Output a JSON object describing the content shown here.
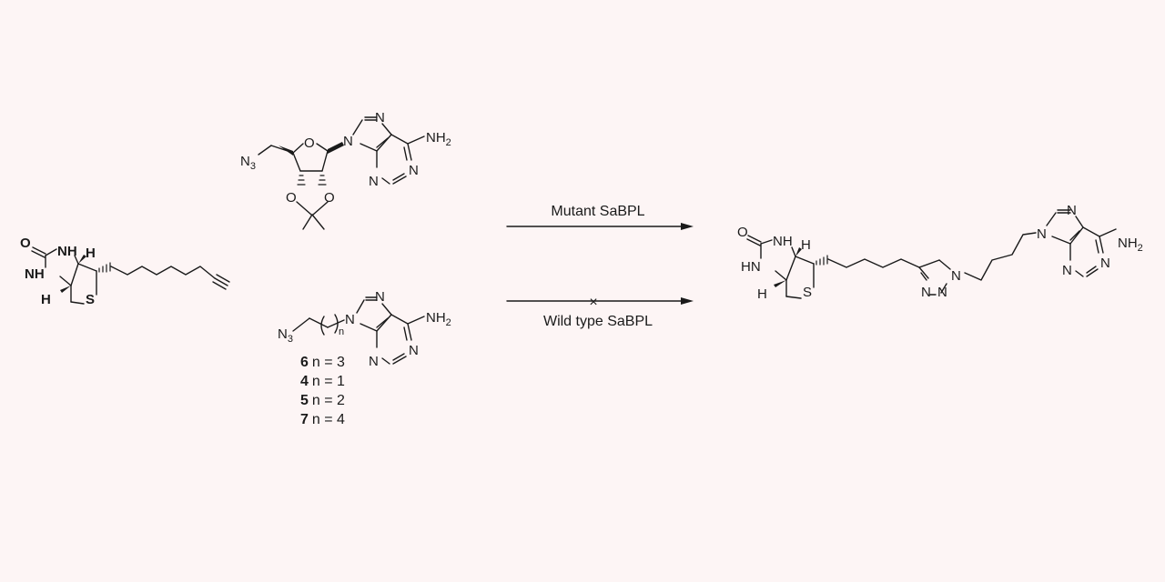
{
  "atoms": {
    "O": "O",
    "NH": "NH",
    "H": "H",
    "S": "S",
    "N": "N",
    "HN": "HN",
    "NH2": "NH",
    "N3": "N",
    "sub2": "2",
    "sub3": "3",
    "subn": "n"
  },
  "reactions": {
    "top_label": "Mutant SaBPL",
    "bottom_label": "Wild type SaBPL",
    "blocked_mark": "×"
  },
  "compounds": [
    {
      "id": "6",
      "text": "n = 3"
    },
    {
      "id": "4",
      "text": "n = 1"
    },
    {
      "id": "5",
      "text": "n = 2"
    },
    {
      "id": "7",
      "text": "n = 4"
    }
  ],
  "colors": {
    "background": "#fdf5f5",
    "ink": "#1a1a1a"
  }
}
